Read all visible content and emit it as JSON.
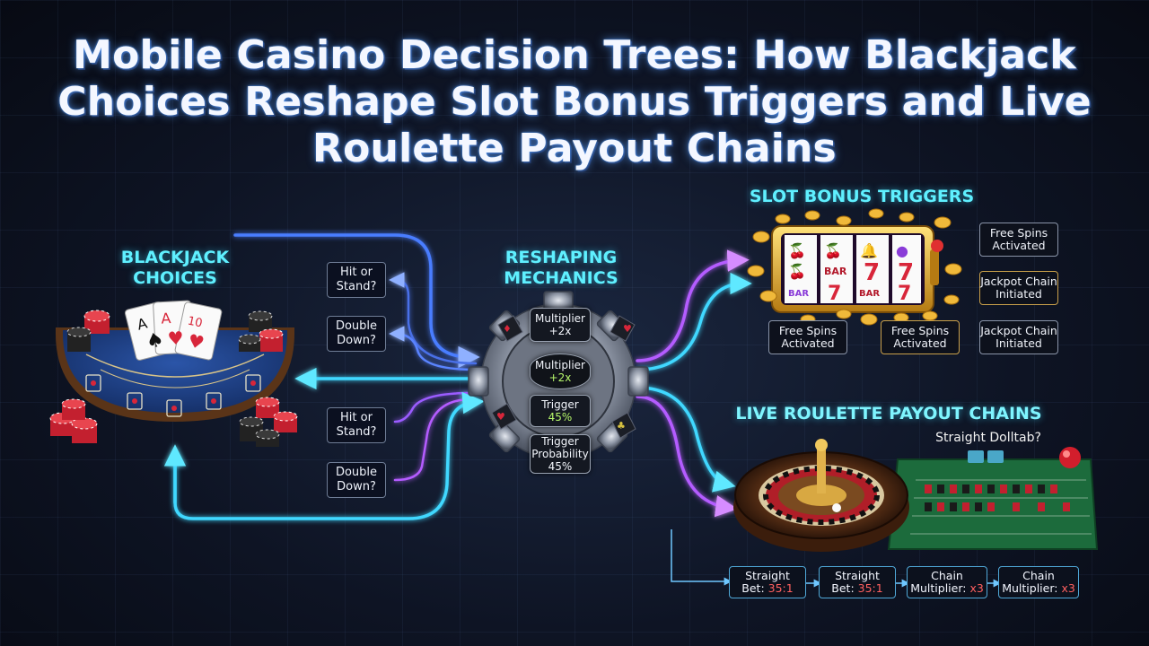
{
  "title": "Mobile Casino Decision Trees: How Blackjack Choices Reshape Slot Bonus Triggers and Live Roulette Payout Chains",
  "blackjack": {
    "heading": "BLACKJACK\nCHOICES",
    "choices": [
      {
        "label": "Hit or\nStand?"
      },
      {
        "label": "Double\nDown?"
      },
      {
        "label": "Hit or\nStand?"
      },
      {
        "label": "Double\nDown?"
      }
    ]
  },
  "mechanics": {
    "heading": "RESHAPING\nMECHANICS",
    "gear_labels": [
      {
        "main": "Multiplier",
        "accent": "+2x"
      },
      {
        "main": "Multiplier",
        "accent": "+2x"
      },
      {
        "main": "Trigger",
        "accent": "45%"
      },
      {
        "main": "Trigger\nProbability",
        "accent": "45%"
      }
    ]
  },
  "slots": {
    "heading": "SLOT BONUS TRIGGERS",
    "reel_text": {
      "bar": "BAR",
      "seven": "7"
    },
    "boxes": [
      {
        "label": "Free Spins\nActivated",
        "style": "silver"
      },
      {
        "label": "Jackpot Chain\nInitiated",
        "style": "gold"
      },
      {
        "label": "Free Spins\nActivated",
        "style": "silver"
      },
      {
        "label": "Free Spins\nActivated",
        "style": "gold"
      },
      {
        "label": "Jackpot Chain\nInitiated",
        "style": "silver"
      }
    ]
  },
  "roulette": {
    "heading": "LIVE ROULETTE PAYOUT CHAINS",
    "top_label": "Straight Dolltab?",
    "chain": [
      {
        "line1": "Straight",
        "line2": "Bet: ",
        "value": "35:1"
      },
      {
        "line1": "Straight",
        "line2": "Bet: ",
        "value": "35:1"
      },
      {
        "line1": "Chain",
        "line2": "Multiplier: ",
        "value": "x3"
      },
      {
        "line1": "Chain",
        "line2": "Multiplier: ",
        "value": "x3"
      }
    ]
  },
  "colors": {
    "background": "#0e1424",
    "cyan": "#3fd8ff",
    "blue": "#4a7dff",
    "purple": "#b45cff",
    "gold": "#f0b93a",
    "felt_blue": "#1e3f86",
    "felt_green": "#1c6b3c"
  }
}
